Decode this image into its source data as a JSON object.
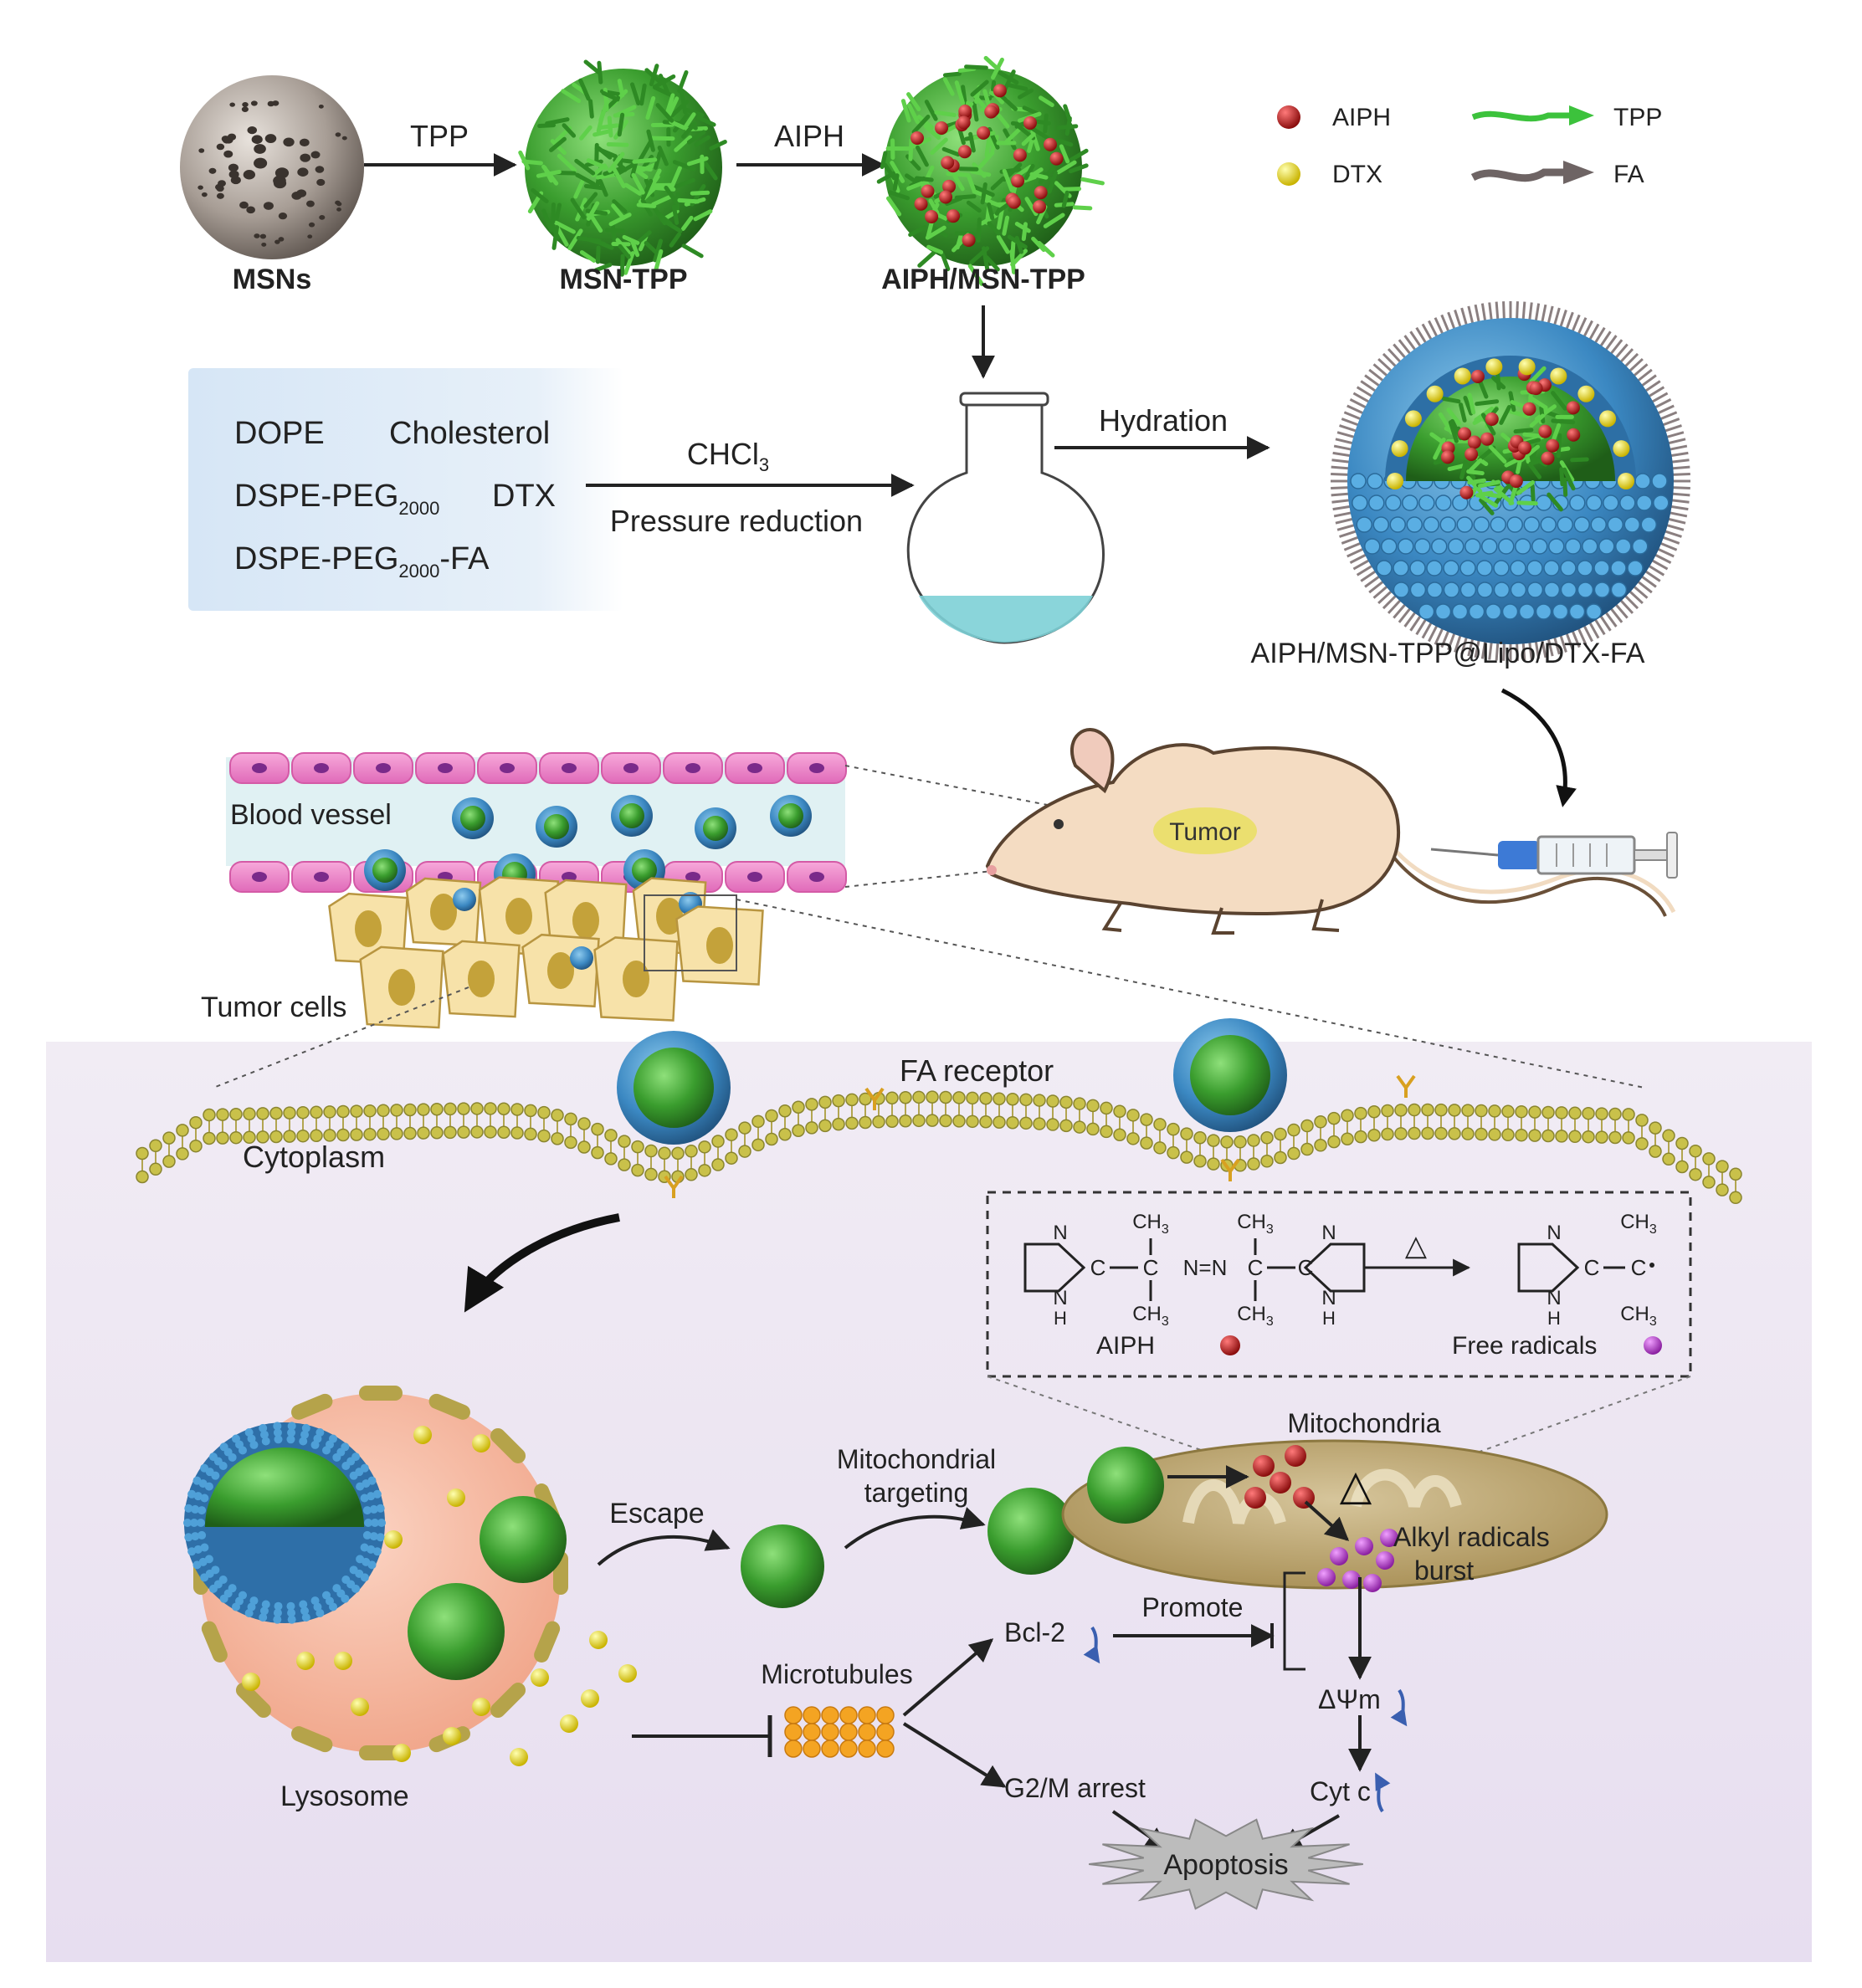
{
  "synthesis": {
    "msn_label": "MSNs",
    "msn_tpp_label": "MSN-TPP",
    "aiph_msn_tpp_label": "AIPH/MSN-TPP",
    "arrow_tpp": "TPP",
    "arrow_aiph": "AIPH"
  },
  "legend": {
    "aiph": "AIPH",
    "dtx": "DTX",
    "tpp": "TPP",
    "fa": "FA",
    "colors": {
      "aiph": "#b01818",
      "dtx": "#f2e11a",
      "tpp": "#3cc23c",
      "fa": "#6e6464"
    }
  },
  "lipids": {
    "dope": "DOPE",
    "cholesterol": "Cholesterol",
    "dspe_peg": "DSPE-PEG",
    "peg_sub": "2000",
    "dtx": "DTX",
    "dspe_peg_fa_suffix": "-FA"
  },
  "process": {
    "chcl3": "CHCl",
    "chcl3_sub": "3",
    "pressure_reduction": "Pressure reduction",
    "hydration": "Hydration",
    "final_label": "AIPH/MSN-TPP@Lipo/DTX-FA"
  },
  "in_vivo": {
    "blood_vessel": "Blood  vessel",
    "tumor": "Tumor",
    "tumor_cells": "Tumor  cells"
  },
  "cell": {
    "fa_receptor": "FA receptor",
    "cytoplasm": "Cytoplasm",
    "lysosome": "Lysosome",
    "escape": "Escape",
    "mito_targeting_1": "Mitochondrial",
    "mito_targeting_2": "targeting",
    "mitochondria": "Mitochondria",
    "delta": "△",
    "alkyl_1": "Alkyl radicals",
    "alkyl_2": "burst",
    "bcl2": "Bcl-2",
    "promote": "Promote",
    "microtubules": "Microtubules",
    "delta_psi": "ΔΨm",
    "g2m": "G2/M arrest",
    "cytc": "Cyt c",
    "apoptosis": "Apoptosis"
  },
  "reaction": {
    "ch3": "CH",
    "sub3": "3",
    "n": "N",
    "h": "H",
    "c": "C",
    "azo": "N=N",
    "delta": "△",
    "aiph_label": "AIPH",
    "radicals_label": "Free radicals",
    "colors": {
      "radical": "#b43cc8"
    }
  }
}
